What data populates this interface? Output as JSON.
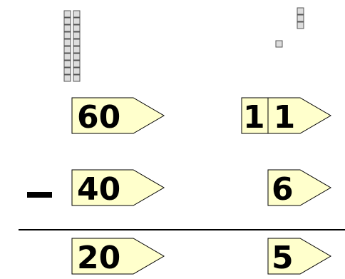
{
  "problem": {
    "operator": "–",
    "minuend": {
      "tens": "60",
      "ones": "11"
    },
    "subtrahend": {
      "tens": "40",
      "ones": "6"
    },
    "difference": {
      "tens": "20",
      "ones": "5"
    }
  },
  "blocks": {
    "ten_rods": 2,
    "unit_squares": 4
  },
  "colors": {
    "arrow_fill": "#ffffcc",
    "arrow_stroke": "#000000",
    "rod_fill": "#dddddd",
    "rod_stroke": "#555555",
    "line": "#000000"
  }
}
